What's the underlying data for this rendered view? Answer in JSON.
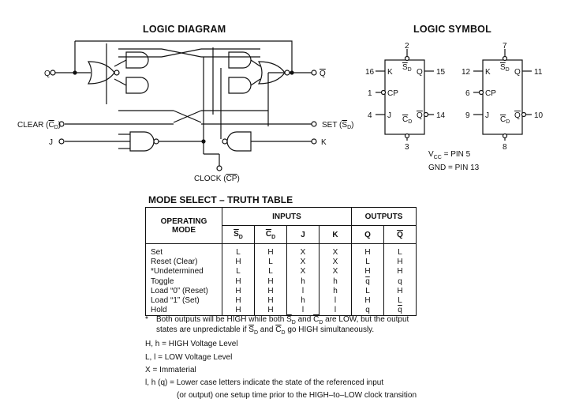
{
  "logic_diagram": {
    "title": "LOGIC DIAGRAM",
    "labels": {
      "q": "Q",
      "q_bar": "Q",
      "clear": "CLEAR (",
      "clear_sig": "C",
      "clear_sub": "D",
      "clear_end": ")",
      "j": "J",
      "set": "SET (",
      "set_sig": "S",
      "set_sub": "D",
      "set_end": ")",
      "k": "K",
      "clock": "CLOCK (",
      "clock_sig": "CP",
      "clock_end": ")"
    }
  },
  "logic_symbol": {
    "title": "LOGIC SYMBOL",
    "blocks": [
      {
        "pins": {
          "sd": "2",
          "k": "16",
          "cp": "1",
          "j": "4",
          "cd": "3",
          "q": "15",
          "qbar": "14"
        }
      },
      {
        "pins": {
          "sd": "7",
          "k": "12",
          "cp": "6",
          "j": "9",
          "cd": "8",
          "q": "11",
          "qbar": "10"
        }
      }
    ],
    "block_labels": {
      "k": "K",
      "j": "J",
      "q": "Q",
      "cp": "CP",
      "sd": "S",
      "cd": "C",
      "sub": "D"
    },
    "vcc": {
      "prefix": "V",
      "sub": "CC",
      "rest": " = PIN 5"
    },
    "gnd": "GND = PIN 13"
  },
  "truth_table": {
    "title": "MODE SELECT – TRUTH TABLE",
    "headers": {
      "operating_mode_1": "OPERATING",
      "operating_mode_2": "MODE",
      "inputs": "INPUTS",
      "outputs": "OUTPUTS",
      "sd": "S",
      "cd": "C",
      "sub": "D",
      "j": "J",
      "k": "K",
      "q": "Q",
      "qbar": "Q"
    },
    "rows": [
      {
        "mode": "Set",
        "sd": "L",
        "cd": "H",
        "j": "X",
        "k": "X",
        "q": "H",
        "qbar": "L"
      },
      {
        "mode": "Reset (Clear)",
        "sd": "H",
        "cd": "L",
        "j": "X",
        "k": "X",
        "q": "L",
        "qbar": "H"
      },
      {
        "mode": "*Undetermined",
        "sd": "L",
        "cd": "L",
        "j": "X",
        "k": "X",
        "q": "H",
        "qbar": "H"
      },
      {
        "mode": "Toggle",
        "sd": "H",
        "cd": "H",
        "j": "h",
        "k": "h",
        "q": "q",
        "qbar": "q"
      },
      {
        "mode": "Load “0” (Reset)",
        "sd": "H",
        "cd": "H",
        "j": "l",
        "k": "h",
        "q": "L",
        "qbar": "H"
      },
      {
        "mode": "Load “1” (Set)",
        "sd": "H",
        "cd": "H",
        "j": "h",
        "k": "l",
        "q": "H",
        "qbar": "L"
      },
      {
        "mode": "Hold",
        "sd": "H",
        "cd": "H",
        "j": "l",
        "k": "l",
        "q": "q",
        "qbar": "q"
      }
    ]
  },
  "notes": {
    "star": "*",
    "line1_a": "Both outputs will be HIGH while both ",
    "line1_sd": "S",
    "line1_and": " and ",
    "line1_cd": "C",
    "line1_b": " are LOW, but the output",
    "line2_a": "states are unpredictable if ",
    "line2_b": " go HIGH simultaneously.",
    "sub": "D",
    "high": "H, h = HIGH Voltage Level",
    "low": "L, l = LOW Voltage Level",
    "x": "X = Immaterial",
    "lower1": "l, h (q) = Lower case letters indicate the state of the referenced input",
    "lower2": "(or output) one setup time prior to the HIGH–to–LOW clock transition"
  }
}
